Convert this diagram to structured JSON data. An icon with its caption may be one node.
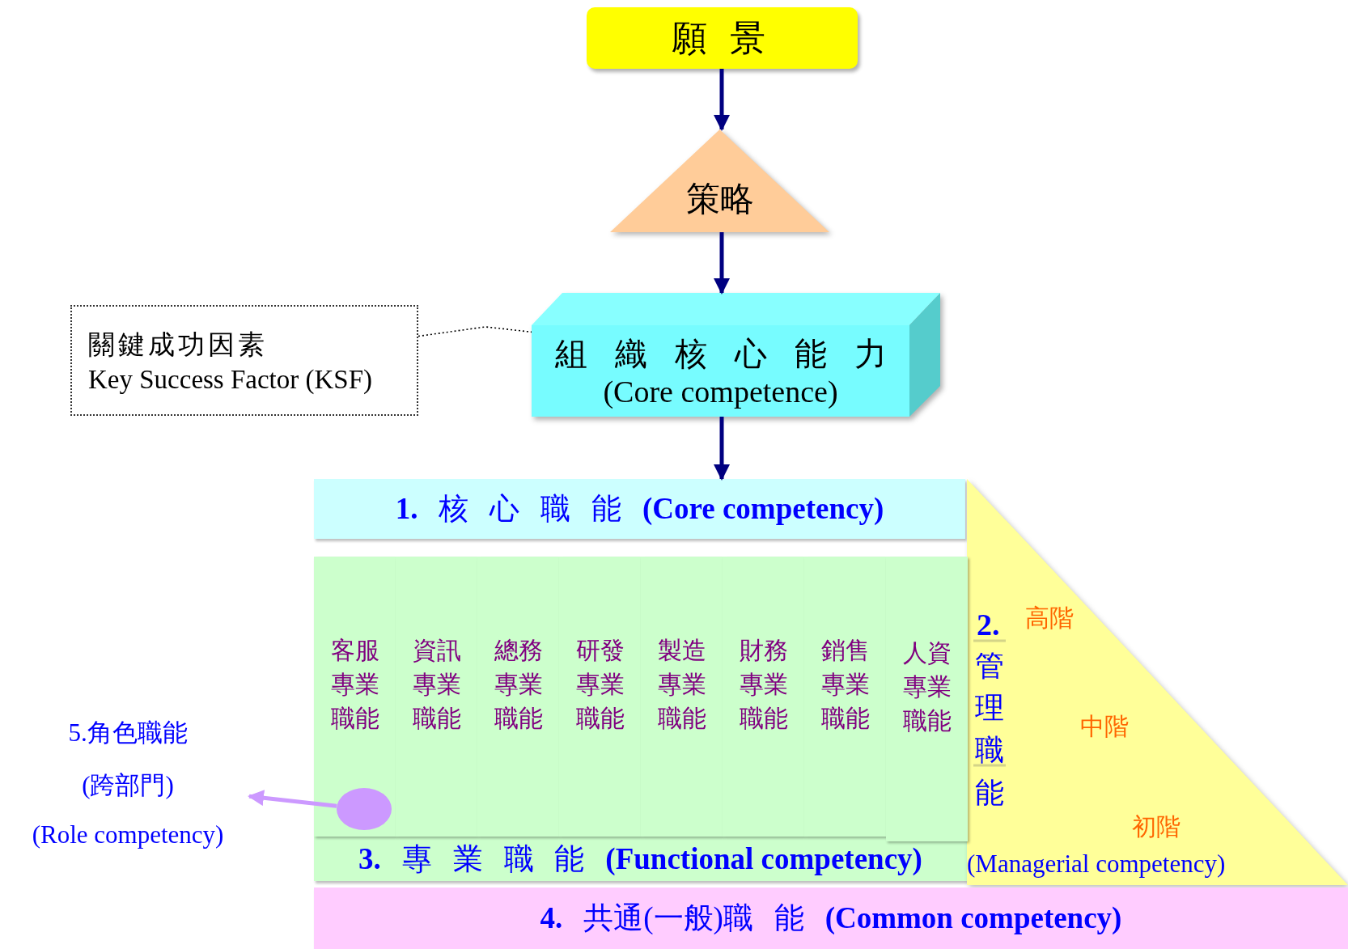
{
  "diagram": {
    "nodes": [
      {
        "text": [
          "願 景"
        ]
      },
      {
        "text": [
          "策略"
        ]
      },
      {
        "text": [
          "關鍵成功因素",
          "Key Success Factor (KSF)"
        ]
      },
      {
        "text": [
          "組 織 核 心 能 力",
          "(Core competence)"
        ]
      },
      {
        "text": [
          "**1.** 核 心 職 能 **(Core competency)**"
        ]
      },
      {
        "text": [
          "客服專業職能"
        ]
      },
      {
        "text": [
          "資訊專業職能"
        ]
      },
      {
        "text": [
          "總務專業職能"
        ]
      },
      {
        "text": [
          "研發專業職能"
        ]
      },
      {
        "text": [
          "製造專業職能"
        ]
      },
      {
        "text": [
          "財務專業職能"
        ]
      },
      {
        "text": [
          "銷售專業職能"
        ]
      },
      {
        "text": [
          "人資專業職能"
        ]
      },
      {
        "text": [
          "**3.** 專 業 職 能 **(Functional competency)**"
        ]
      },
      {
        "text": [
          "2.",
          "管理職能",
          "(Managerial competency)"
        ]
      },
      {
        "text": [
          "高階"
        ],
        "in": 14
      },
      {
        "text": [
          "中階"
        ],
        "in": 14
      },
      {
        "text": [
          "初階"
        ],
        "in": 14
      },
      {
        "text": [
          "**4.** 共通(一般)職 能 **(Common competency)**"
        ]
      },
      {
        "text": [
          "5.角色職能",
          "(跨部門)",
          "(Role competency)"
        ]
      },
      {
        "text": [],
        "shape": "circle",
        "in": 5
      }
    ],
    "edges": [
      {
        "from": 0,
        "to": 1,
        "arrow": "to"
      },
      {
        "from": 1,
        "to": 3,
        "arrow": "to"
      },
      {
        "from": 3,
        "to": 4,
        "arrow": "to"
      },
      {
        "from": 2,
        "to": 3,
        "arrow": "none",
        "style": "dashed",
        "color": "#000000"
      },
      {
        "from": 20,
        "to": 19,
        "arrow": "to",
        "color": "#cc99ff"
      }
    ]
  }
}
